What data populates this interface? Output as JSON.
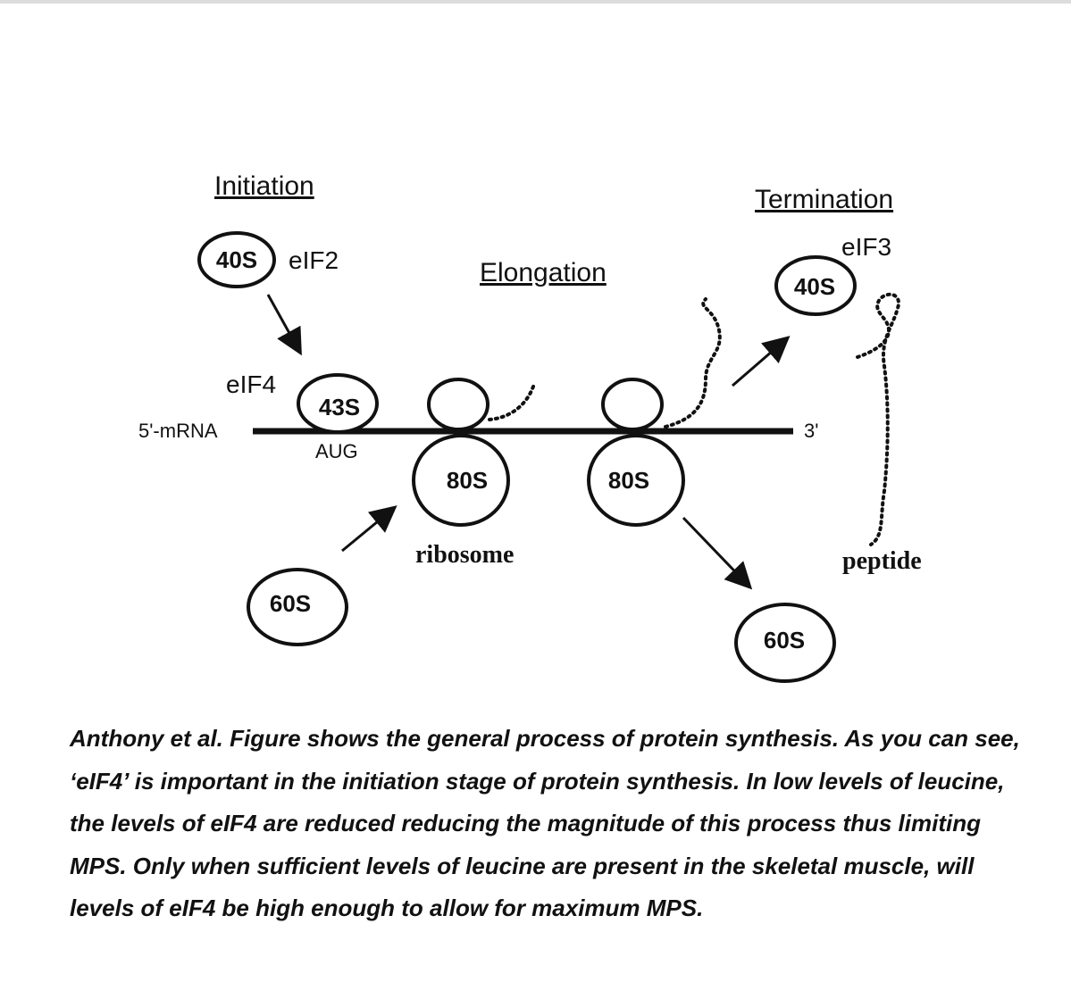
{
  "diagram": {
    "stages": {
      "initiation": "Initiation",
      "elongation": "Elongation",
      "termination": "Termination"
    },
    "subunits": {
      "init_40s": "40S",
      "complex_43s": "43S",
      "init_60s": "60S",
      "ribosome_a": "80S",
      "ribosome_b": "80S",
      "term_40s": "40S",
      "term_60s": "60S"
    },
    "factors": {
      "eif2": "eIF2",
      "eif4": "eIF4",
      "eif3": "eIF3"
    },
    "mrna": {
      "five_prime": "5'-mRNA",
      "start_codon": "AUG",
      "three_prime": "3'"
    },
    "labels": {
      "ribosome": "ribosome",
      "peptide": "peptide"
    }
  },
  "caption": {
    "text": "Anthony et al. Figure shows the general process of protein synthesis. As you can see, ‘eIF4’ is important in the initiation stage of protein synthesis. In low levels of leucine, the levels of eIF4 are reduced reducing the magnitude of this process thus limiting MPS. Only when sufficient levels of leucine are present in the skeletal muscle, will levels of eIF4 be high enough to allow for maximum MPS."
  }
}
